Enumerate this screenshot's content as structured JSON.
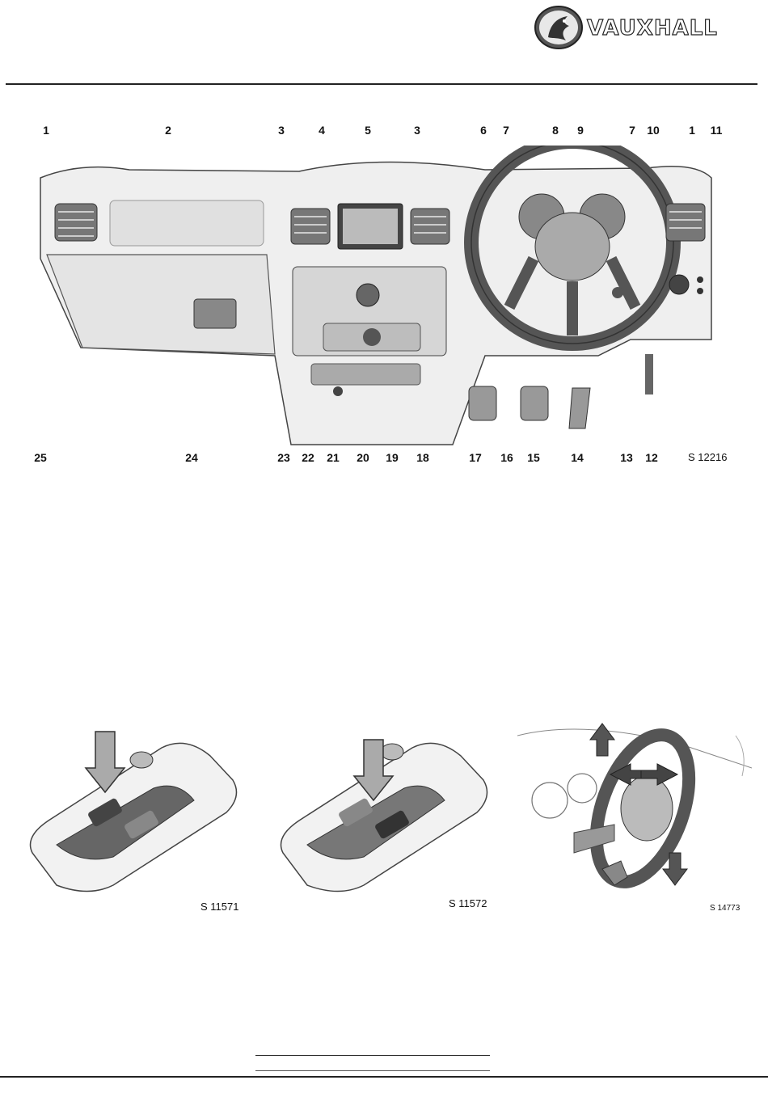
{
  "brand": {
    "name": "VAUXHALL"
  },
  "figure_dashboard": {
    "code": "S 12216",
    "top_callouts": [
      "1",
      "2",
      "3",
      "4",
      "5",
      "3",
      "6",
      "7",
      "8",
      "9",
      "7",
      "10",
      "1",
      "11"
    ],
    "bottom_callouts": [
      "25",
      "24",
      "23",
      "22",
      "21",
      "20",
      "19",
      "18",
      "17",
      "16",
      "15",
      "14",
      "13",
      "12"
    ]
  },
  "figure_key_lock": {
    "code": "S 11571"
  },
  "figure_key_unlock": {
    "code": "S 11572"
  },
  "figure_steering_adjust": {
    "code": "S 14773"
  }
}
